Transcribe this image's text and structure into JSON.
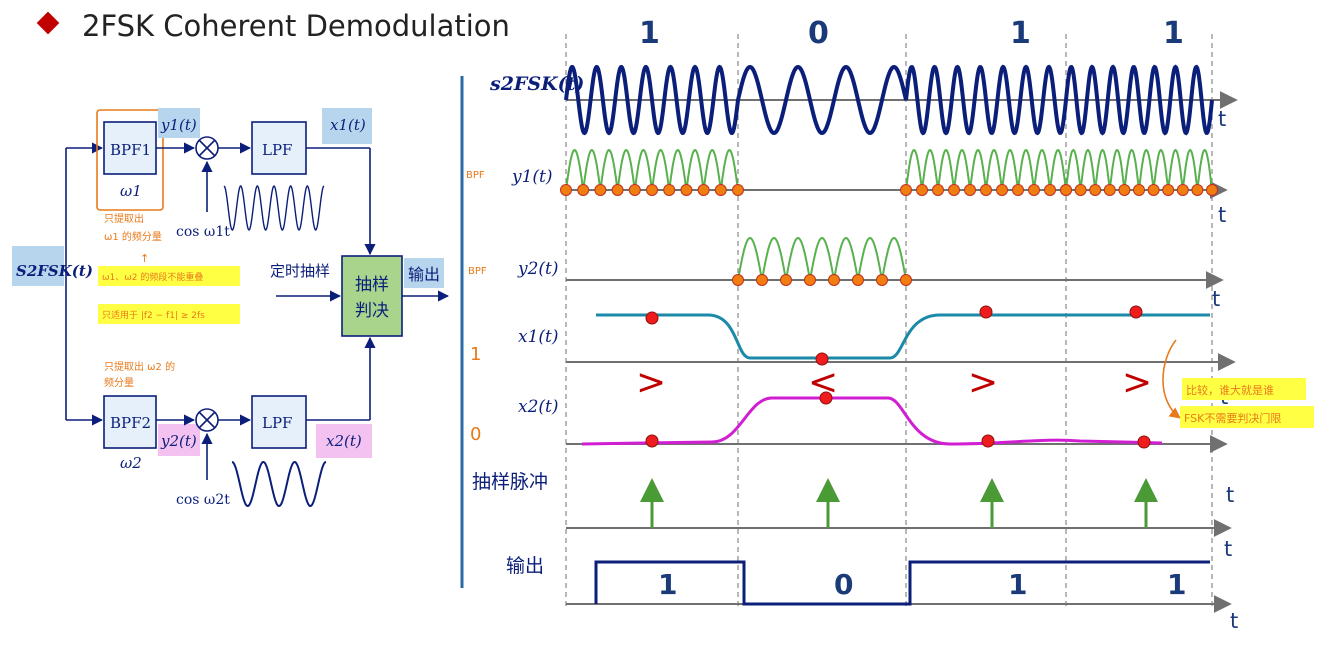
{
  "title": "2FSK Coherent Demodulation",
  "colors": {
    "navy": "#0b1f7a",
    "accent": "#c00000",
    "carrier": "#0a1e7a",
    "rect_green": "#58b04e",
    "sample_dot": "#f07d10",
    "x1_teal": "#1b8aa8",
    "x2_magenta": "#d21ed2",
    "pulse_green": "#4a9a36",
    "axis": "#707070",
    "highlight_yellow": "#ffff44",
    "block_fill": "#e6f0fa",
    "label_blue": "#b8d5ee",
    "label_pink": "#f4c2f0",
    "decision_fill": "#a8d48c",
    "annotation_orange": "#e87a1a"
  },
  "block_diagram": {
    "input_label": "S2FSK(t)",
    "bpf1": "BPF1",
    "bpf2": "BPF2",
    "omega1": "ω1",
    "omega2": "ω2",
    "y1": "y1(t)",
    "y2": "y2(t)",
    "lpf": "LPF",
    "x1": "x1(t)",
    "x2": "x2(t)",
    "cos1": "cos ω1t",
    "cos2": "cos ω2t",
    "timing": "定时抽样",
    "decision_line1": "抽样",
    "decision_line2": "判决",
    "output": "输出",
    "note1_line1": "只提取出",
    "note1_line2": "ω1 的频分量",
    "note_mid": "ω1、ω2 的频段不能重叠",
    "note_arrow": "↑",
    "note_cond": "只适用于 |f2 − f1| ≥ 2fs",
    "note2_line1": "只提取出 ω2 的",
    "note2_line2": "频分量"
  },
  "waveforms": {
    "bits": [
      "1",
      "0",
      "1",
      "1"
    ],
    "s2fsk": "s2FSK(t)",
    "y1": "y1(t)",
    "y2": "y2(t)",
    "x1": "x1(t)",
    "x2": "x2(t)",
    "pulse": "抽样脉冲",
    "output": "输出",
    "t": "t",
    "bpf_tag": "BPF",
    "compare": [
      ">",
      "<",
      ">",
      ">"
    ],
    "hand_1": "1",
    "hand_0": "0",
    "comment_line1": "比较，谁大就是谁",
    "comment_line2": "FSK不需要判决门限"
  }
}
